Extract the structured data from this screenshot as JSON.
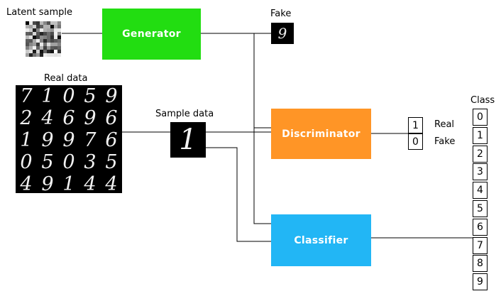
{
  "colors": {
    "generator": "#22dd11",
    "discriminator": "#ff9526",
    "classifier": "#22b6f5",
    "line": "#000000"
  },
  "labels": {
    "latent_sample": "Latent sample",
    "fake": "Fake",
    "real_data": "Real data",
    "sample_data": "Sample data",
    "class": "Class"
  },
  "blocks": {
    "generator": "Generator",
    "discriminator": "Discriminator",
    "classifier": "Classifier"
  },
  "fake_digit": "9",
  "sample_digit": "1",
  "real_digits": [
    "7",
    "1",
    "0",
    "5",
    "9",
    "2",
    "4",
    "6",
    "9",
    "6",
    "1",
    "9",
    "9",
    "7",
    "6",
    "0",
    "5",
    "0",
    "3",
    "5",
    "4",
    "9",
    "1",
    "4",
    "4"
  ],
  "discriminator_output": [
    {
      "value": "1",
      "label": "Real"
    },
    {
      "value": "0",
      "label": "Fake"
    }
  ],
  "classes": [
    "0",
    "1",
    "2",
    "3",
    "4",
    "5",
    "6",
    "7",
    "8",
    "9"
  ]
}
